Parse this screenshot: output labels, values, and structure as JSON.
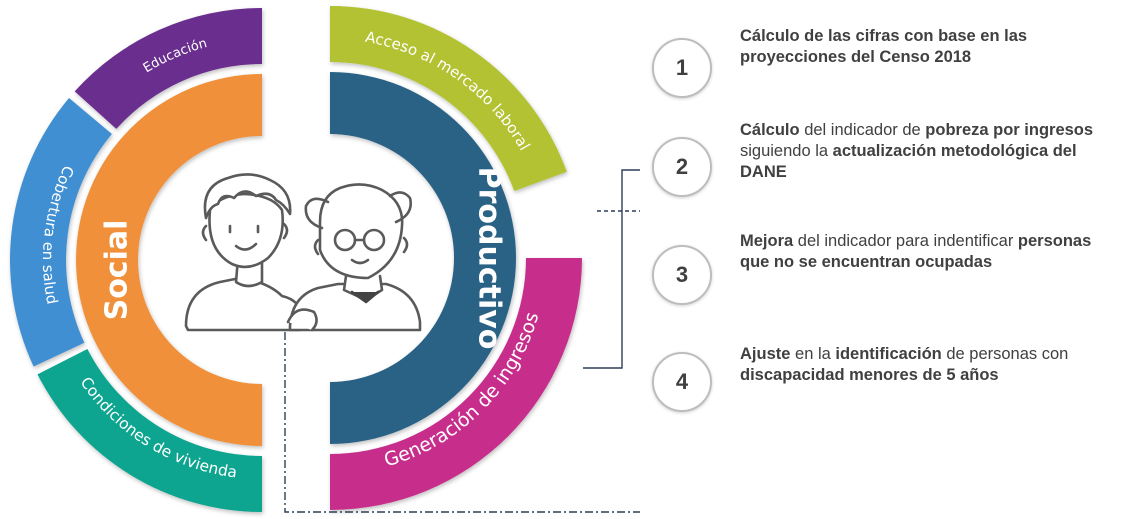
{
  "left_group": {
    "title": "Social",
    "segments": [
      {
        "label": "Educación",
        "color": "#6b2f8f"
      },
      {
        "label": "Cobertura en salud",
        "color": "#3f8fd2"
      },
      {
        "label": "Condiciones de vivienda",
        "color": "#0fa58f"
      }
    ],
    "inner_color": "#f0903a"
  },
  "right_group": {
    "title": "Productivo",
    "segments": [
      {
        "label": "Acceso al mercado laboral",
        "color": "#b2c231"
      },
      {
        "label": "Generación de ingresos",
        "color": "#c72f8c"
      }
    ],
    "inner_color": "#2b6286"
  },
  "center_icon": "elderly-couple-icon",
  "steps": [
    {
      "number": "1",
      "parts": [
        {
          "t": "Cálculo de las cifras con base en las proyecciones del Censo 2018",
          "b": true
        }
      ]
    },
    {
      "number": "2",
      "parts": [
        {
          "t": "Cálculo",
          "b": true
        },
        {
          "t": " del indicador de ",
          "b": false
        },
        {
          "t": "pobreza por ingresos",
          "b": true
        },
        {
          "t": " siguiendo la ",
          "b": false
        },
        {
          "t": "actualización metodológica del DANE",
          "b": true
        }
      ]
    },
    {
      "number": "3",
      "parts": [
        {
          "t": "Mejora",
          "b": true
        },
        {
          "t": " del indicador para indentificar ",
          "b": false
        },
        {
          "t": "personas que no se encuentran ocupadas",
          "b": true
        }
      ]
    },
    {
      "number": "4",
      "parts": [
        {
          "t": "Ajuste",
          "b": true
        },
        {
          "t": " en la ",
          "b": false
        },
        {
          "t": "identificación",
          "b": true
        },
        {
          "t": " de personas con ",
          "b": false
        },
        {
          "t": "discapacidad menores de 5 años",
          "b": true
        }
      ]
    }
  ],
  "colors": {
    "text": "#404040",
    "circle_border": "#bdbdbd",
    "connector": "#2d3e55"
  }
}
